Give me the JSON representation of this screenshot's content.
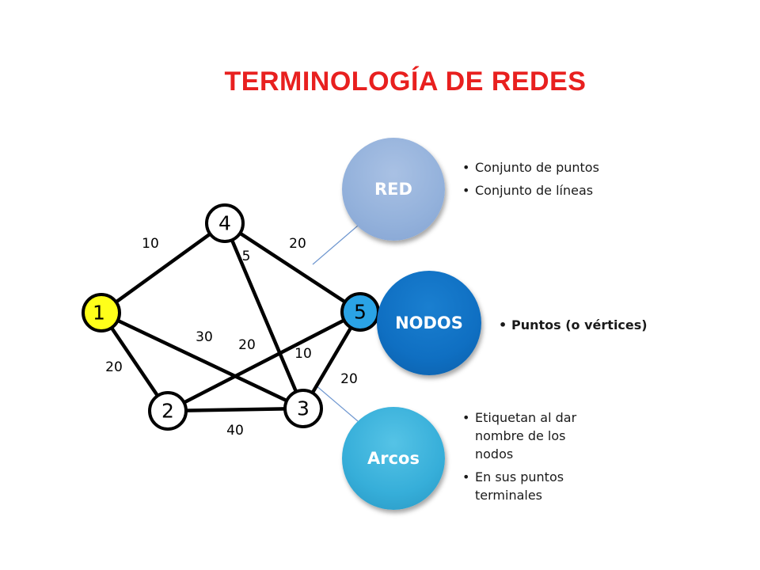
{
  "title": "TERMINOLOGÍA DE REDES",
  "graph": {
    "nodes": [
      {
        "id": "1",
        "label": "1",
        "color": "#ffff1a"
      },
      {
        "id": "2",
        "label": "2",
        "color": "#ffffff"
      },
      {
        "id": "3",
        "label": "3",
        "color": "#ffffff"
      },
      {
        "id": "4",
        "label": "4",
        "color": "#ffffff"
      },
      {
        "id": "5",
        "label": "5",
        "color": "#2aa3e6"
      }
    ],
    "edges": [
      {
        "from": "1",
        "to": "4",
        "weight": "10"
      },
      {
        "from": "1",
        "to": "2",
        "weight": "20"
      },
      {
        "from": "1",
        "to": "3",
        "weight": "30"
      },
      {
        "from": "4",
        "to": "5",
        "weight": "20"
      },
      {
        "from": "4",
        "to": "3",
        "weight": "5"
      },
      {
        "from": "2",
        "to": "5",
        "weight": "20"
      },
      {
        "from": "5",
        "to": "3",
        "weight": "20"
      },
      {
        "from": "2",
        "to": "3",
        "weight": "40"
      }
    ],
    "extra_weight": "10"
  },
  "concepts": {
    "red": {
      "label": "RED",
      "color": "#93b1db",
      "bullets": [
        "Conjunto de puntos",
        "Conjunto de líneas"
      ]
    },
    "nodos": {
      "label": "NODOS",
      "color": "#0f6fc2",
      "bullets": [
        "Puntos (o vértices)"
      ]
    },
    "arcos": {
      "label": "Arcos",
      "color": "#36aed9",
      "bullets": [
        "Etiquetan al dar nombre de los nodos",
        "En sus puntos terminales"
      ]
    }
  }
}
